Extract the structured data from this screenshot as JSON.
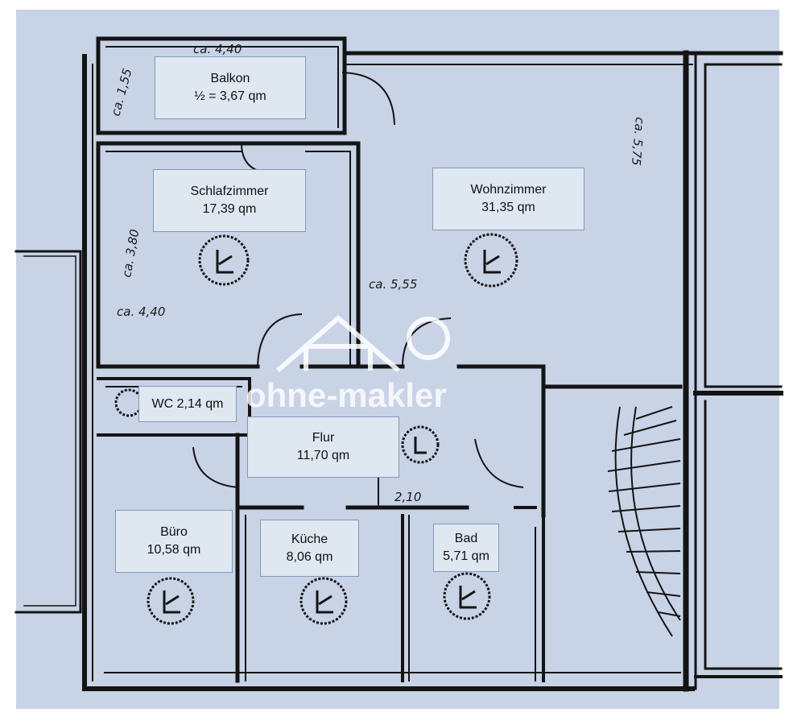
{
  "rooms": {
    "balkon": {
      "name": "Balkon",
      "area": "½ = 3,67 qm"
    },
    "schlafzimmer": {
      "name": "Schlafzimmer",
      "area": "17,39 qm"
    },
    "wohnzimmer": {
      "name": "Wohnzimmer",
      "area": "31,35 qm"
    },
    "wc": {
      "label": "WC 2,14 qm"
    },
    "flur": {
      "name": "Flur",
      "area": "11,70 qm"
    },
    "buero": {
      "name": "Büro",
      "area": "10,58 qm"
    },
    "kueche": {
      "name": "Küche",
      "area": "8,06 qm"
    },
    "bad": {
      "name": "Bad",
      "area": "5,71 qm"
    }
  },
  "dimensions": {
    "balkon_top": "ca. 4,40",
    "balkon_side": "ca. 1,55",
    "schlaf_height": "ca. 3,80",
    "schlaf_width": "ca. 4,40",
    "wohn_width": "ca. 5,55",
    "wohn_height": "ca. 5,75",
    "flur_width": "2,10"
  },
  "watermark": {
    "text": "ohne-makler"
  },
  "colors": {
    "paper": "#c9d3e6",
    "ink": "#141414",
    "label_bg": "#dfe7f1",
    "label_border": "#7f9ab8"
  }
}
